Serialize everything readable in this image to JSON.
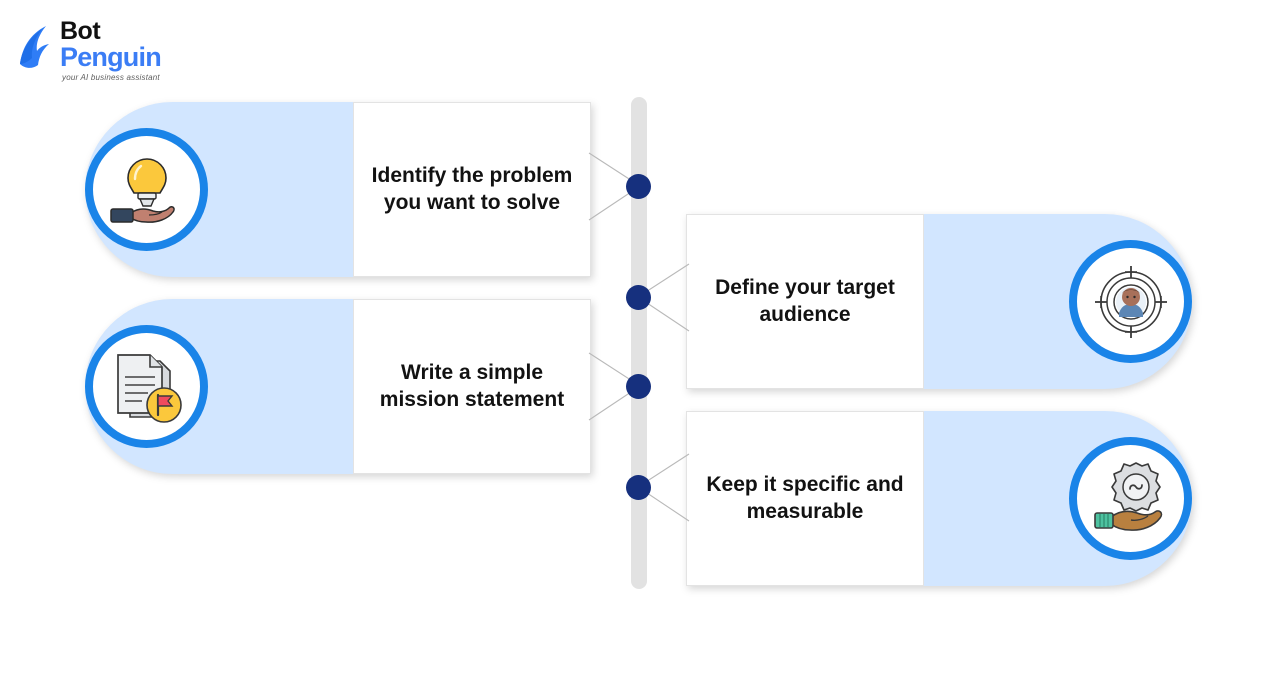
{
  "brand": {
    "name_part1": "Bot",
    "name_part2": "Penguin",
    "tagline": "your AI business assistant",
    "mark_icon": "penguin-logo-icon",
    "accent_color": "#3b7df5",
    "text_color": "#111111"
  },
  "theme": {
    "background": "#ffffff",
    "pane_blue": "#d2e6ff",
    "ring_blue": "#1a84e8",
    "dot_navy": "#16307e",
    "timeline_gray": "#e2e2e2",
    "card_white": "#ffffff",
    "text_dark": "#121212"
  },
  "timeline": {
    "name": "vertical-timeline",
    "dot_count": 4,
    "dots": [
      {
        "label": "step-1-dot"
      },
      {
        "label": "step-2-dot"
      },
      {
        "label": "step-3-dot"
      },
      {
        "label": "step-4-dot"
      }
    ]
  },
  "steps": [
    {
      "id": "step-1",
      "label": "Identify the problem you want to solve",
      "icon": "hand-holding-lightbulb-icon",
      "side": "left"
    },
    {
      "id": "step-2",
      "label": "Define your target audience",
      "icon": "target-audience-person-icon",
      "side": "right"
    },
    {
      "id": "step-3",
      "label": "Write a simple mission statement",
      "icon": "document-with-flag-icon",
      "side": "left"
    },
    {
      "id": "step-4",
      "label": "Keep it specific and measurable",
      "icon": "hand-holding-gear-icon",
      "side": "right"
    }
  ]
}
